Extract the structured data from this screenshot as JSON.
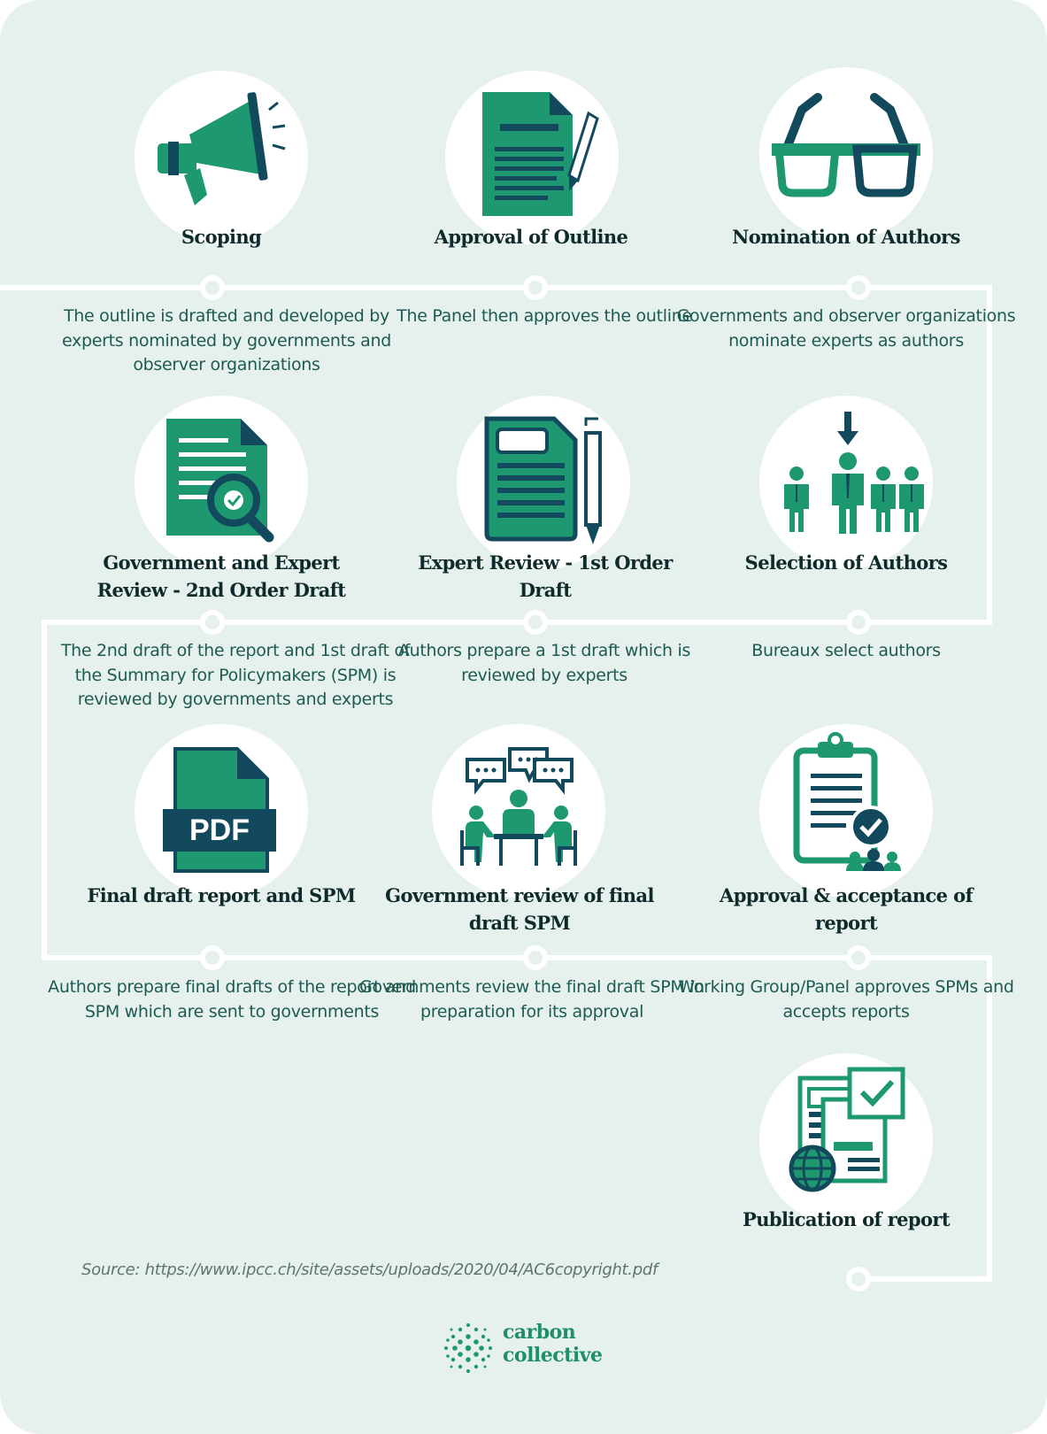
{
  "steps": [
    {
      "title": "Scoping",
      "description": "The outline is drafted and developed by experts nominated by governments and observer organizations",
      "icon": "megaphone-icon"
    },
    {
      "title": "Approval of Outline",
      "description": "The Panel then approves the outline",
      "icon": "document-pen-icon"
    },
    {
      "title": "Nomination of Authors",
      "description": "Governments and observer organizations nominate experts as authors",
      "icon": "glasses-icon"
    },
    {
      "title": "Selection of Authors",
      "description": "Bureaux select authors",
      "icon": "people-selection-icon"
    },
    {
      "title": "Expert Review - 1st Order Draft",
      "description": "Authors prepare a 1st draft which is reviewed by experts",
      "icon": "document-pencil-icon"
    },
    {
      "title": "Government and Expert Review - 2nd Order Draft",
      "description": "The 2nd draft of the report and 1st draft of the Summary for Policymakers (SPM) is reviewed by governments and experts",
      "icon": "document-magnifier-icon"
    },
    {
      "title": "Final draft report and SPM",
      "description": "Authors prepare final drafts of the report and SPM which are sent to governments",
      "icon": "pdf-icon"
    },
    {
      "title": "Government review of final draft SPM",
      "description": "Governments review the final draft SPM in preparation for its approval",
      "icon": "meeting-icon"
    },
    {
      "title": "Approval & acceptance of report",
      "description": "Working Group/Panel approves SPMs and accepts reports",
      "icon": "clipboard-approval-icon"
    },
    {
      "title": "Publication of report",
      "description": "",
      "icon": "publication-icon"
    }
  ],
  "source": "Source: https://www.ipcc.ch/site/assets/uploads/2020/04/AC6copyright.pdf",
  "brand": {
    "line1": "carbon",
    "line2": "collective"
  },
  "colors": {
    "background": "#e6f1ee",
    "green": "#1e9870",
    "navy": "#12495c",
    "text_dark": "#0f2a2b",
    "text_green": "#1d5a52"
  }
}
